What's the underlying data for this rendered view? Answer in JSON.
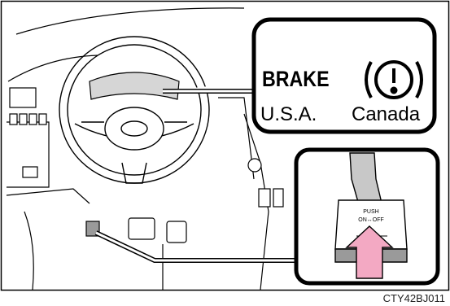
{
  "figure": {
    "code": "CTY42BJ011"
  },
  "indicator_callout": {
    "brake_text": "BRAKE",
    "brake_region": "U.S.A.",
    "icon": "parking-brake-warning-icon",
    "icon_region": "Canada"
  },
  "pedal_callout": {
    "label_line1": "PUSH",
    "label_line2": "ON↔OFF",
    "arrow_icon": "push-arrow-icon",
    "arrow_color": "#f3a9c3"
  },
  "colors": {
    "line": "#000000",
    "shade": "#d6d6d6",
    "dark_shade": "#9a9a9a"
  }
}
